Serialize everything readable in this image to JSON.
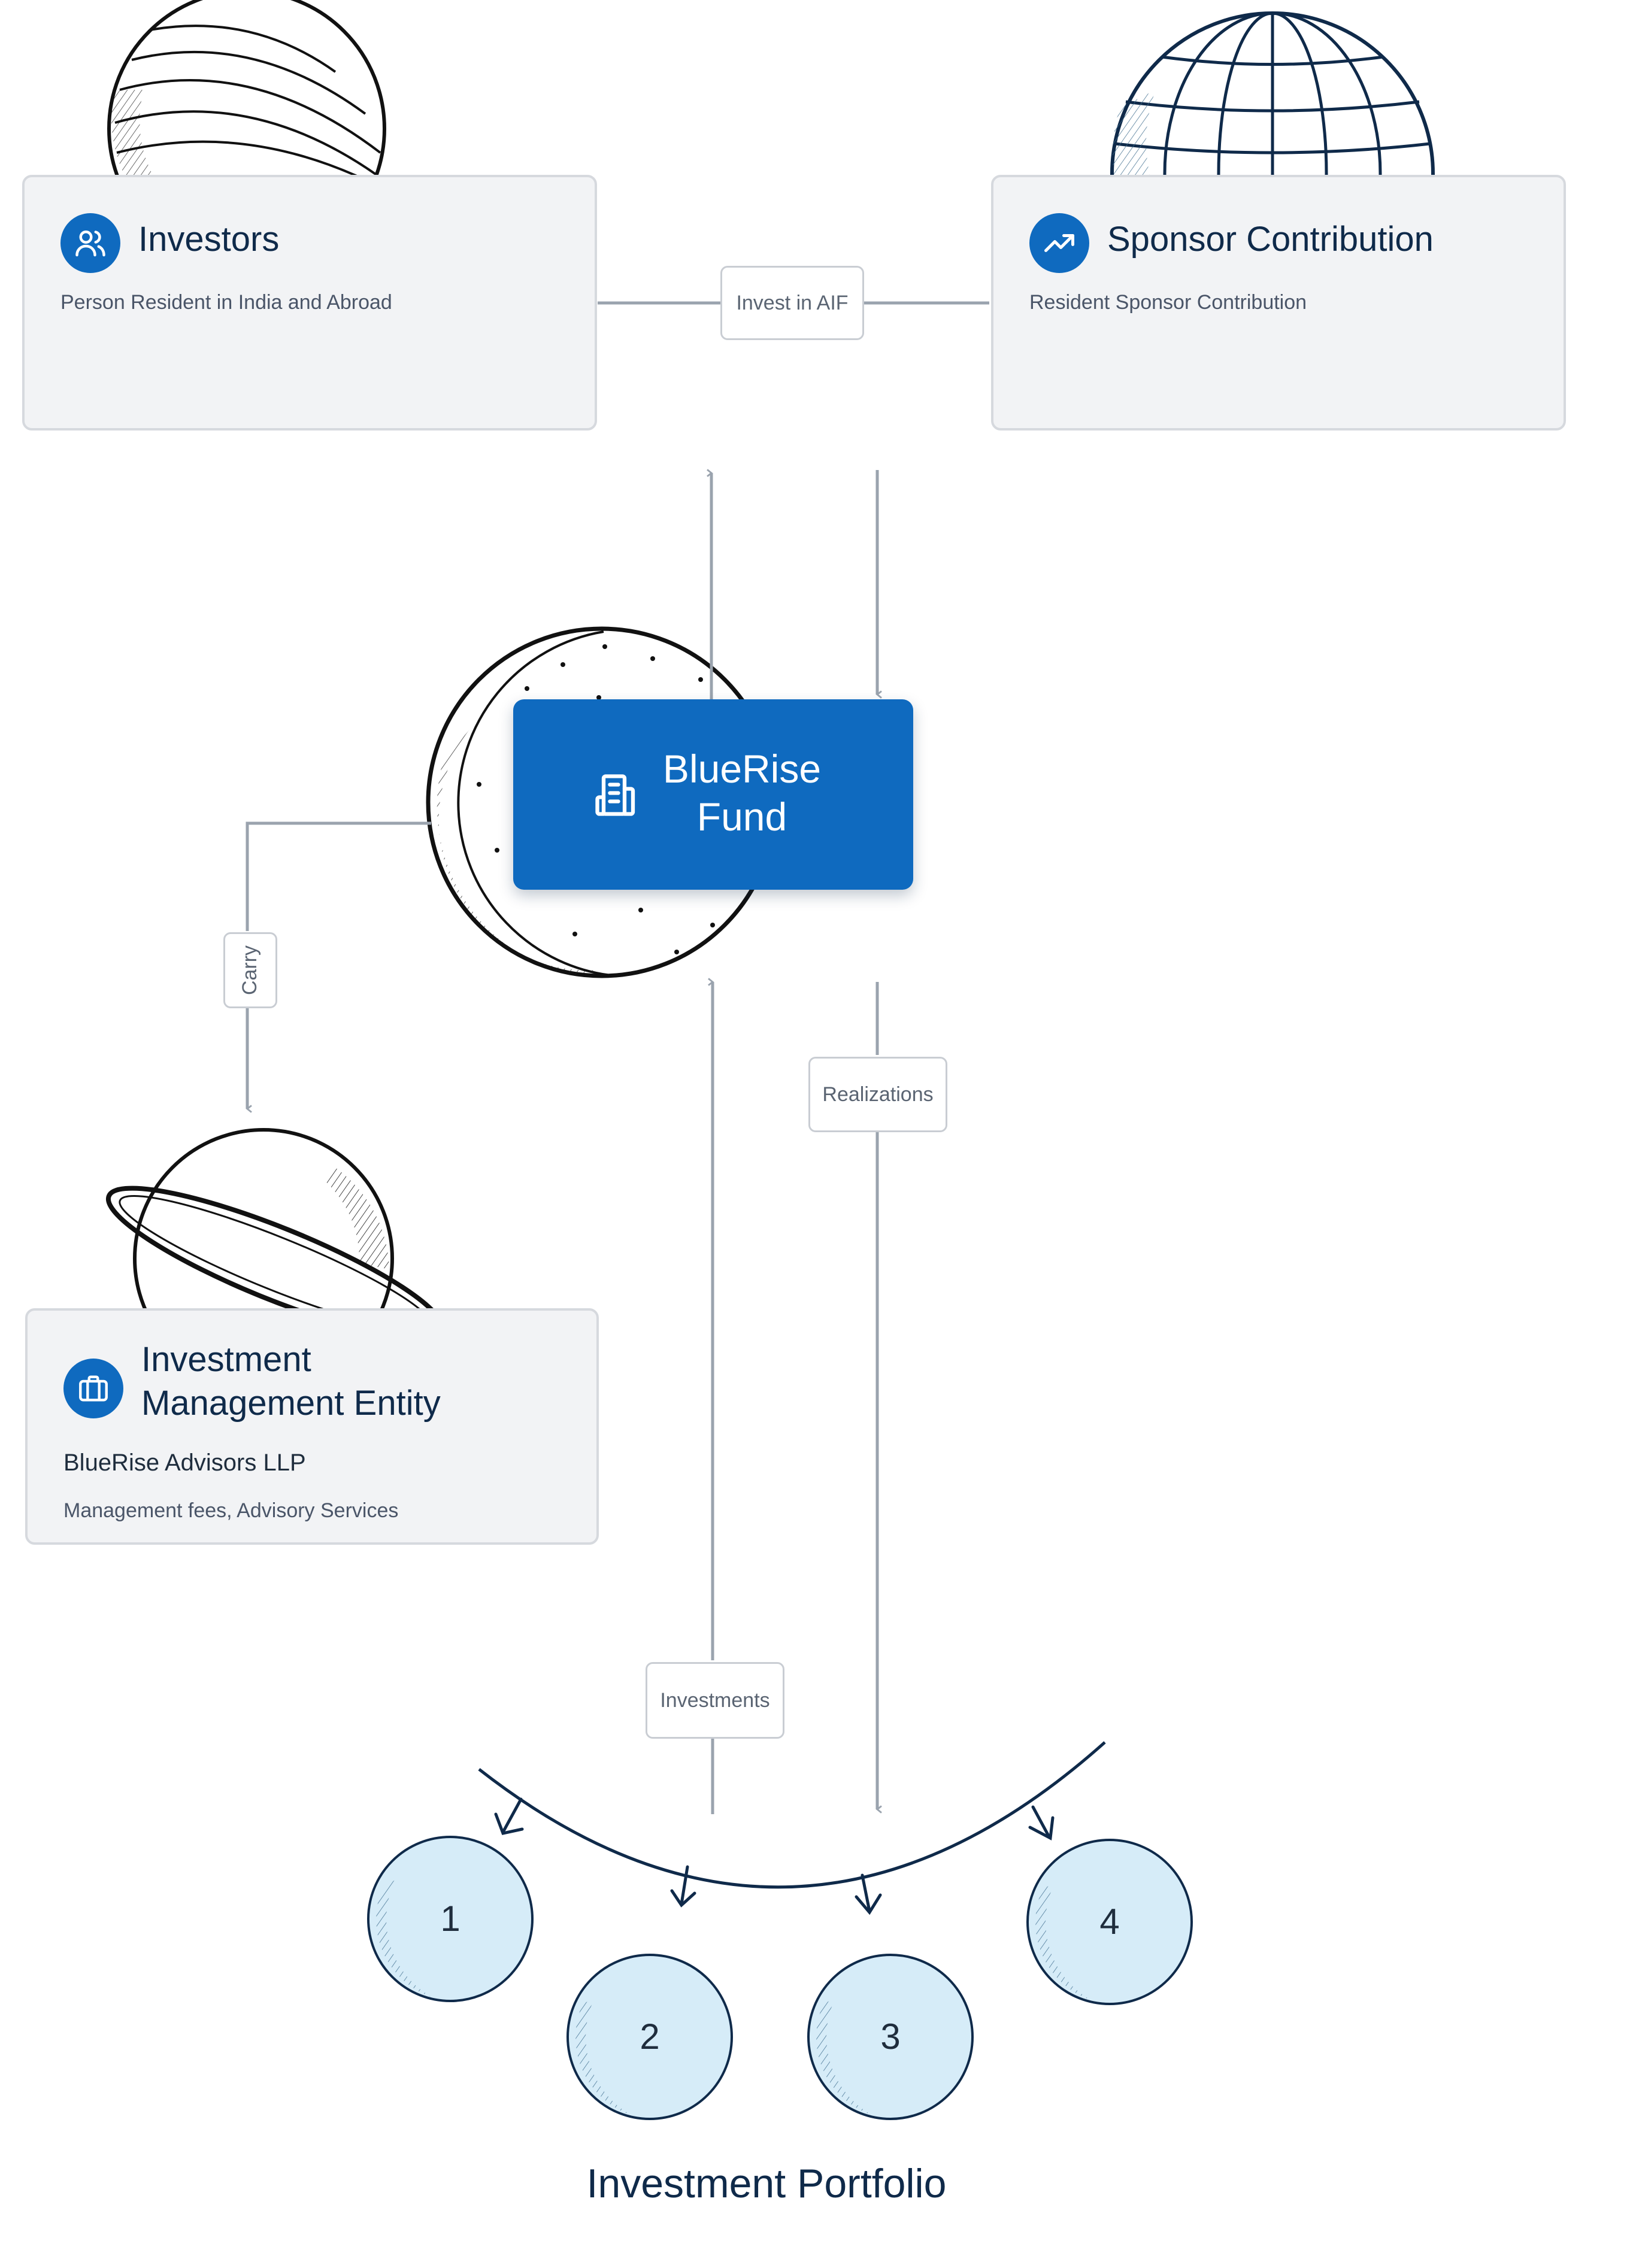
{
  "investors": {
    "title": "Investors",
    "subtitle": "Person Resident in India and Abroad",
    "icon": "users-icon"
  },
  "sponsor": {
    "title": "Sponsor Contribution",
    "subtitle": "Resident Sponsor Contribution",
    "icon": "trending-up-icon"
  },
  "edges": {
    "invest_in_aif": "Invest in AIF",
    "carry": "Carry",
    "realizations": "Realizations",
    "investments": "Investments"
  },
  "fund": {
    "title_line1": "BlueRise",
    "title_line2": "Fund",
    "icon": "building-icon"
  },
  "ime": {
    "title_line1": "Investment",
    "title_line2": "Management Entity",
    "name": "BlueRise Advisors LLP",
    "services": "Management fees, Advisory Services",
    "icon": "briefcase-icon"
  },
  "portfolio": {
    "title": "Investment Portfolio",
    "companies": [
      "1",
      "2",
      "3",
      "4"
    ]
  },
  "colors": {
    "accent": "#0f6abf",
    "card_bg": "#f2f3f5",
    "card_border": "#d6d9de",
    "connector": "#9aa3ae",
    "ink": "#0f2a4a",
    "bubble": "#d6ecf8"
  }
}
